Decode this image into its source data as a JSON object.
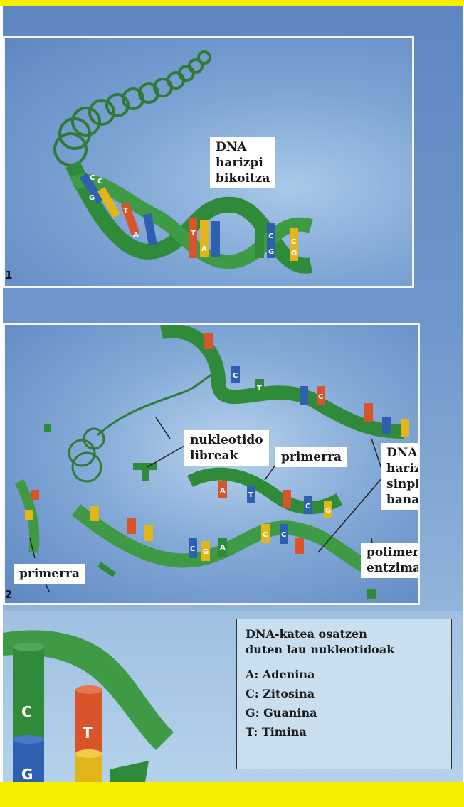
{
  "figure": {
    "panel1": {
      "number": "1",
      "label": [
        "DNA",
        "harizpi",
        "bikoitza"
      ]
    },
    "panel2": {
      "number": "2",
      "label_nucleotides": [
        "nukleotido",
        "libreak"
      ],
      "label_primer_center": "primerra",
      "label_primer_left": "primerra",
      "label_dna": [
        "DNA,",
        "harizpi",
        "sinpleetan",
        "banandua"
      ],
      "label_polymerase": [
        "polimerasa",
        "entzima"
      ]
    },
    "legend": {
      "title_line1": "DNA-katea osatzen",
      "title_line2": "duten lau nukleotidoak",
      "items": [
        "A: Adenina",
        "C: Zitosina",
        "G: Guanina",
        "T: Timina"
      ]
    },
    "closeup_letters": [
      "C",
      "T",
      "G"
    ],
    "base_letters": [
      "C",
      "C",
      "G",
      "T",
      "A",
      "T",
      "A",
      "C",
      "G",
      "C",
      "G",
      "C",
      "T",
      "C",
      "A",
      "T",
      "C",
      "G",
      "C",
      "G",
      "A",
      "C",
      "C"
    ]
  },
  "colors": {
    "frame": "#f7ee00",
    "helix": "#2f8a3a",
    "base_adenine": "#e2b51a",
    "base_cytosine": "#2f8a3a",
    "base_guanine": "#2f5fb0",
    "base_thymine": "#d9542a"
  }
}
